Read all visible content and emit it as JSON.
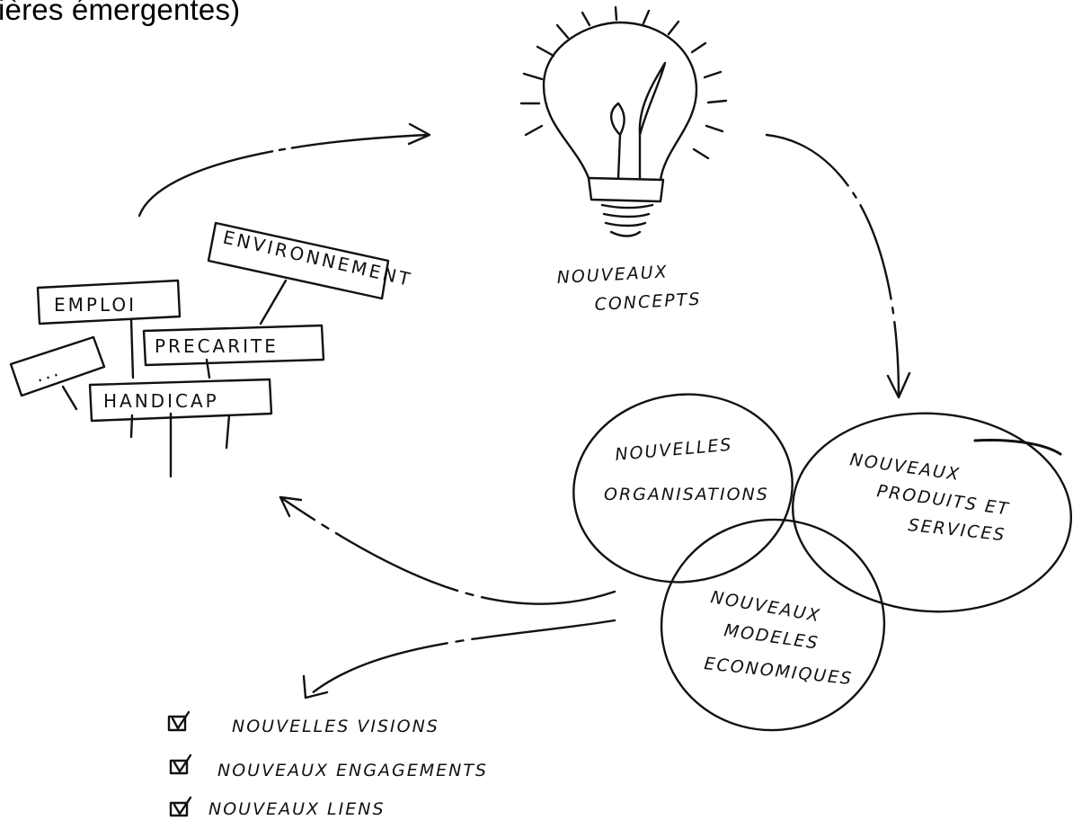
{
  "title": "ières émergentes)",
  "signs": {
    "emploi": "EMPLOI",
    "environnement": "ENVIRONNEMENT",
    "precarite": "PRECARITE",
    "ellipsis": "...",
    "handicap": "HANDICAP"
  },
  "bulb_caption": {
    "line1": "NOUVEAUX",
    "line2": "CONCEPTS"
  },
  "venn": {
    "organisations": [
      "NOUVELLES",
      "ORGANISATIONS"
    ],
    "produits": [
      "NOUVEAUX",
      "PRODUITS ET",
      "SERVICES"
    ],
    "modeles": [
      "NOUVEAUX",
      "MODELES",
      "ECONOMIQUES"
    ]
  },
  "checklist": [
    "NOUVELLES VISIONS",
    "NOUVEAUX ENGAGEMENTS",
    "NOUVEAUX LIENS"
  ],
  "icons": [
    "lightbulb-icon",
    "checkbox-checked-icon",
    "arrow-icon"
  ]
}
